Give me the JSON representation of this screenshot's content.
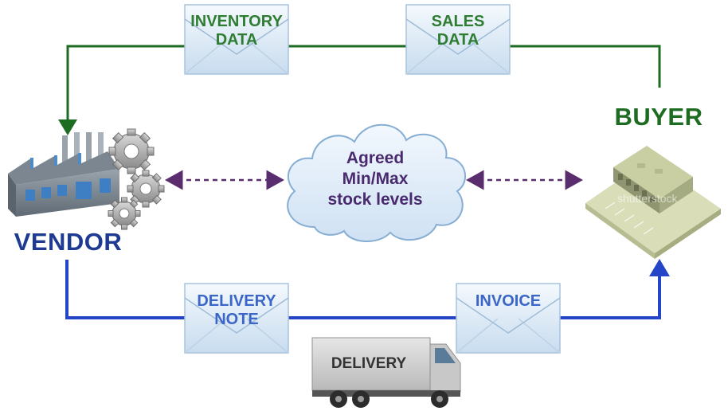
{
  "nodes": {
    "vendor": {
      "label": "VENDOR",
      "color": "#1f3a93"
    },
    "buyer": {
      "label": "BUYER",
      "color": "#1e6b22"
    },
    "center": {
      "line1": "Agreed",
      "line2": "Min/Max",
      "line3": "stock levels",
      "color": "#4a2a6e"
    }
  },
  "top_flow": {
    "color": "#1e6b22",
    "envelopes": [
      {
        "line1": "INVENTORY",
        "line2": "DATA"
      },
      {
        "line1": "SALES",
        "line2": "DATA"
      }
    ]
  },
  "bottom_flow": {
    "color": "#2545c9",
    "envelopes": [
      {
        "line1": "DELIVERY",
        "line2": "NOTE"
      },
      {
        "line1": "INVOICE",
        "line2": ""
      }
    ],
    "truck_label": "DELIVERY"
  },
  "watermark": "shutterstock",
  "icons": {
    "vendor": "factory-icon",
    "gears": "gears-icon",
    "buyer": "store-building-icon",
    "envelope": "envelope-icon",
    "truck": "delivery-truck-icon",
    "cloud": "cloud-icon"
  }
}
